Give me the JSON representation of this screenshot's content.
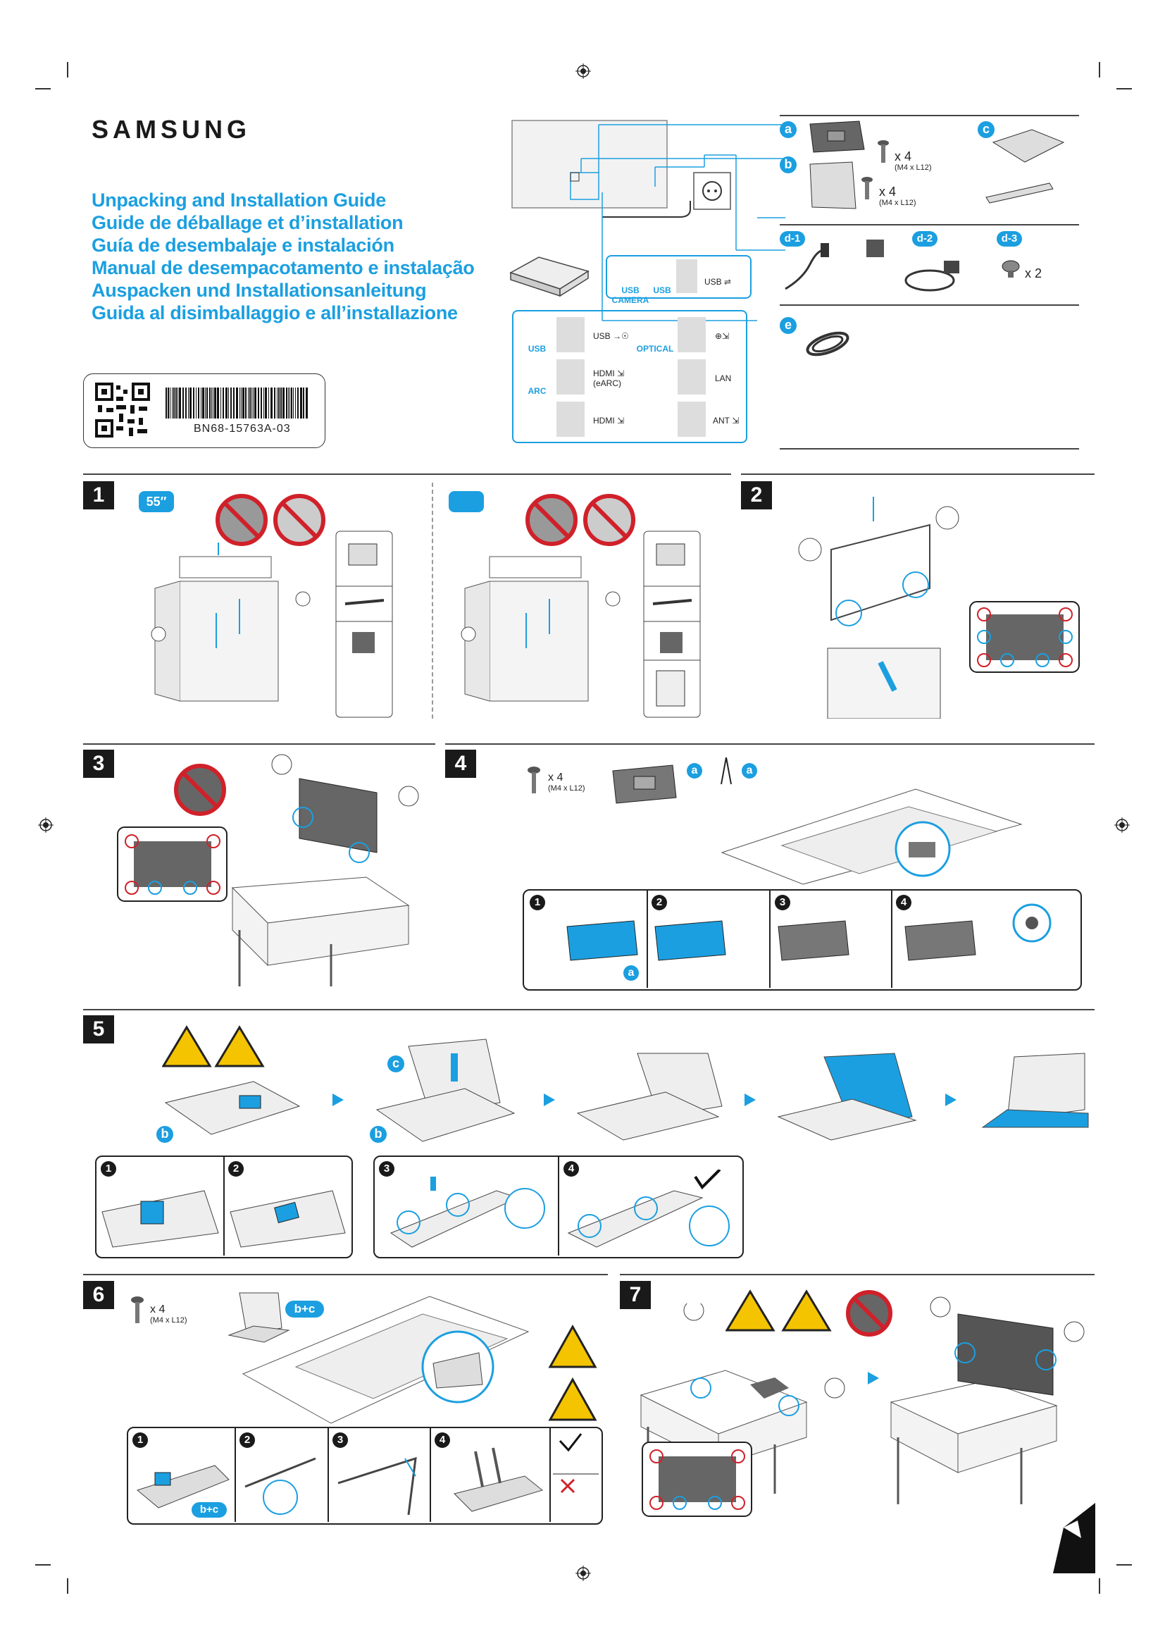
{
  "header": {
    "brand": "SAMSUNG",
    "titles": [
      "Unpacking and Installation Guide",
      "Guide de déballage et d’installation",
      "Guía de desembalaje e instalación",
      "Manual de desempacotamento e instalação",
      "Auspacken und Installationsanleitung",
      "Guida al disimballaggio e all’installazione"
    ],
    "part_number": "BN68-15763A-03"
  },
  "components": {
    "a_label": "a",
    "b_label": "b",
    "c_label": "c",
    "d1_label": "d-1",
    "d2_label": "d-2",
    "d3_label": "d-3",
    "e_label": "e",
    "a_qty": "x 4",
    "a_screw": "(M4 x L12)",
    "b_qty": "x 4",
    "b_screw": "(M4 x L12)",
    "d3_qty": "x 2"
  },
  "ports": {
    "top": [
      {
        "icon_label": "USB CAMERA",
        "name": ""
      },
      {
        "icon_label": "USB",
        "name": "USB ⇌"
      }
    ],
    "rows": [
      {
        "left_label": "USB",
        "left_name": "USB →☉",
        "right_label": "OPTICAL",
        "right_name": "⊕⇲"
      },
      {
        "left_label": "ARC",
        "left_name": "HDMI ⇲ (eARC)",
        "right_label": "",
        "right_name": "LAN"
      },
      {
        "left_label": "",
        "left_name": "HDMI ⇲",
        "right_label": "",
        "right_name": "ANT ⇲"
      }
    ]
  },
  "steps": {
    "s1": "1",
    "s2": "2",
    "s3": "3",
    "s4": "4",
    "s5": "5",
    "s6": "6",
    "s7": "7",
    "size_badge": "55″",
    "s4_qty": "x 4",
    "s4_screw": "(M4 x L12)",
    "s6_qty": "x 4",
    "s6_screw": "(M4 x L12)",
    "bc_label": "b+c",
    "sub": [
      "1",
      "2",
      "3",
      "4"
    ]
  },
  "colors": {
    "accent": "#1b9fe0",
    "warning": "#f5c400",
    "prohibit": "#d0212a"
  }
}
